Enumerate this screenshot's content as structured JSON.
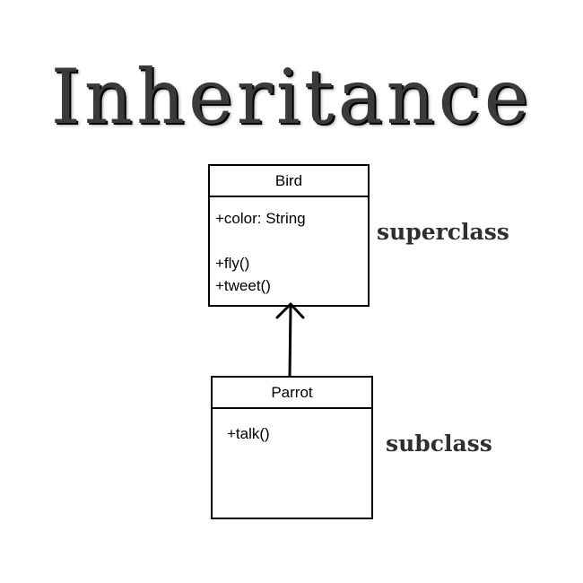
{
  "title": "Inheritance",
  "superclass": {
    "name": "Bird",
    "attributes": [
      "+color: String"
    ],
    "methods": [
      "+fly()",
      "+tweet()"
    ],
    "role_label": "superclass"
  },
  "subclass": {
    "name": "Parrot",
    "methods": [
      "+talk()"
    ],
    "role_label": "subclass"
  },
  "relationship": {
    "type": "generalization",
    "from": "Parrot",
    "to": "Bird"
  }
}
